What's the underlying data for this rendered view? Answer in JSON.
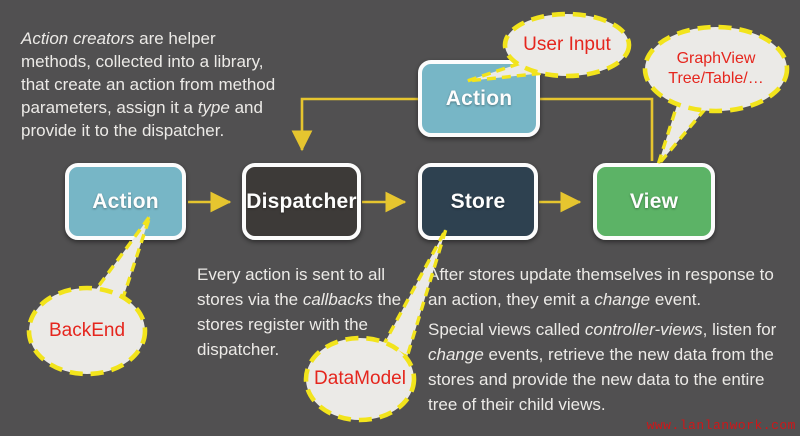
{
  "colors": {
    "background": "#515051",
    "box_blue": "#77b6c6",
    "box_dark": "#3d3a38",
    "box_navy": "#2e4150",
    "box_green": "#5cb366",
    "arrow": "#e6c52f",
    "bubble_dash": "#f2e41c",
    "bubble_fill": "#ebeae7",
    "bubble_text": "#e5261e",
    "body_text": "#eceae7",
    "watermark": "#cd1719"
  },
  "boxes": {
    "action_top": "Action",
    "action_left": "Action",
    "dispatcher": "Dispatcher",
    "store": "Store",
    "view": "View"
  },
  "bubbles": {
    "user_input": "User Input",
    "graphview_line1": "GraphView",
    "graphview_line2": "Tree/Table/…",
    "backend": "BackEnd",
    "datamodel": "DataModel"
  },
  "intro": {
    "lines": [
      [
        {
          "t": "Action creators",
          "i": true
        },
        {
          "t": " are helper"
        }
      ],
      [
        {
          "t": "methods, collected into a library,"
        }
      ],
      [
        {
          "t": "that create an action from method"
        }
      ],
      [
        {
          "t": "parameters, assign it a "
        },
        {
          "t": "type",
          "i": true
        },
        {
          "t": " and"
        }
      ],
      [
        {
          "t": "provide it to the dispatcher."
        }
      ]
    ]
  },
  "notes": {
    "every_action": {
      "lines": [
        [
          {
            "t": "Every action is sent to all"
          }
        ],
        [
          {
            "t": "stores via the "
          },
          {
            "t": "callbacks",
            "i": true
          },
          {
            "t": " the"
          }
        ],
        [
          {
            "t": "stores register with the"
          }
        ],
        [
          {
            "t": "dispatcher."
          }
        ]
      ]
    },
    "after_stores": {
      "lines": [
        [
          {
            "t": "After stores update themselves in response to"
          }
        ],
        [
          {
            "t": "an action, they emit a "
          },
          {
            "t": "change",
            "i": true
          },
          {
            "t": " event."
          }
        ]
      ]
    },
    "special_views": {
      "lines": [
        [
          {
            "t": "Special views called "
          },
          {
            "t": "controller-views",
            "i": true
          },
          {
            "t": ", listen for"
          }
        ],
        [
          {
            "t": "change",
            "i": true
          },
          {
            "t": " events, retrieve the new data from the"
          }
        ],
        [
          {
            "t": "stores and provide the new data to the entire"
          }
        ],
        [
          {
            "t": "tree of their child views."
          }
        ]
      ]
    }
  },
  "watermark": "www.lanlanwork.com"
}
